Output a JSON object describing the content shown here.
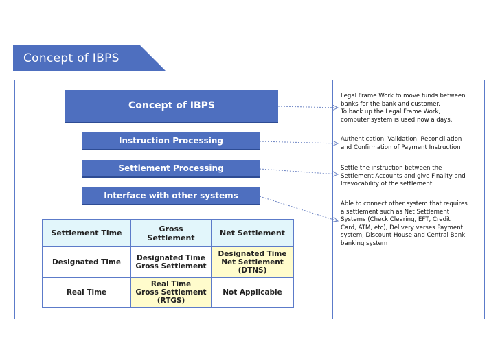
{
  "header": {
    "title": "Concept of IBPS"
  },
  "diagram": {
    "main_box": "Concept of IBPS",
    "sub_boxes": [
      "Instruction Processing",
      "Settlement Processing",
      "Interface with other systems"
    ]
  },
  "descriptions": [
    [
      "Legal Frame Work to move funds between",
      "banks for the bank and customer.",
      "To back up the Legal Frame Work,",
      "computer system is used now a days."
    ],
    [
      "Authentication, Validation, Reconciliation",
      "and Confirmation of Payment Instruction"
    ],
    [
      "Settle the instruction between the",
      "Settlement Accounts and give Finality and",
      "Irrevocability of the settlement."
    ],
    [
      "Able to connect other system that requires",
      "a settlement such as Net Settlement",
      "Systems (Check Clearing, EFT, Credit",
      "Card, ATM, etc), Delivery verses Payment",
      "system, Discount House and Central Bank",
      "banking system"
    ]
  ],
  "table": {
    "headers": [
      "Settlement Time",
      "Gross Settlement",
      "Net Settlement"
    ],
    "rows": [
      {
        "time": "Designated Time",
        "gross": [
          "Designated Time",
          "Gross Settlement"
        ],
        "net": [
          "Designated Time",
          "Net Settlement",
          "(DTNS)"
        ]
      },
      {
        "time": "Real Time",
        "gross": [
          "Real Time",
          "Gross Settlement",
          "(RTGS)"
        ],
        "net": [
          "Not Applicable"
        ]
      }
    ]
  },
  "colors": {
    "tab": "#4e6fbf",
    "box": "#4e6fbf",
    "border": "#5c7bc9",
    "header_cell": "#e2f6fb",
    "highlight_cell": "#fffccc"
  }
}
